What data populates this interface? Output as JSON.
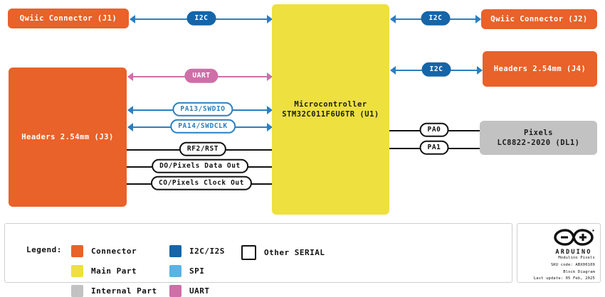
{
  "diagram": {
    "blocks": [
      {
        "id": "j1",
        "name": "qwiic-connector-j1",
        "label": "Qwiic Connector (J1)",
        "kind": "connector"
      },
      {
        "id": "j3",
        "name": "headers-j3",
        "label": "Headers 2.54mm (J3)",
        "kind": "connector"
      },
      {
        "id": "mcu",
        "name": "microcontroller-u1",
        "label": "Microcontroller\nSTM32C011F6U6TR (U1)",
        "kind": "mainpart"
      },
      {
        "id": "j2",
        "name": "qwiic-connector-j2",
        "label": "Qwiic Connector (J2)",
        "kind": "connector"
      },
      {
        "id": "j4",
        "name": "headers-j4",
        "label": "Headers 2.54mm (J4)",
        "kind": "connector"
      },
      {
        "id": "dl1",
        "name": "pixels-dl1",
        "label": "Pixels\nLC8822-2020 (DL1)",
        "kind": "internal"
      }
    ],
    "signals": [
      {
        "name": "signal-i2c-j1",
        "label": "I2C"
      },
      {
        "name": "signal-i2c-j2",
        "label": "I2C"
      },
      {
        "name": "signal-i2c-j4",
        "label": "I2C"
      },
      {
        "name": "signal-uart-j3",
        "label": "UART"
      },
      {
        "name": "signal-pa13-swdio",
        "label": "PA13/SWDIO"
      },
      {
        "name": "signal-pa14-swdclk",
        "label": "PA14/SWDCLK"
      },
      {
        "name": "signal-rf2-rst",
        "label": "RF2/RST"
      },
      {
        "name": "signal-do-pixels-data",
        "label": "DO/Pixels Data Out"
      },
      {
        "name": "signal-co-pixels-clock",
        "label": "CO/Pixels Clock Out"
      },
      {
        "name": "signal-pa0",
        "label": "PA0"
      },
      {
        "name": "signal-pa1",
        "label": "PA1"
      }
    ]
  },
  "legend": {
    "title": "Legend:",
    "items": [
      {
        "label": "Connector",
        "color": "#E8622A",
        "style": "solid"
      },
      {
        "label": "Main Part",
        "color": "#EDE03F",
        "style": "solid"
      },
      {
        "label": "Internal Part",
        "color": "#C2C2C2",
        "style": "solid"
      },
      {
        "label": "I2C/I2S",
        "color": "#1565A8",
        "style": "solid"
      },
      {
        "label": "SPI",
        "color": "#5BB3E4",
        "style": "solid"
      },
      {
        "label": "UART",
        "color": "#CE6FA8",
        "style": "solid"
      },
      {
        "label": "Other SERIAL",
        "color": "#FFFFFF",
        "style": "outline"
      }
    ]
  },
  "footer": {
    "brand": "ARDUINO",
    "product": "Modulino Pixels",
    "sku": "SKU code: ABX00109",
    "doc_type": "Block Diagram",
    "last_update": "Last update: 05 Feb, 2025"
  }
}
